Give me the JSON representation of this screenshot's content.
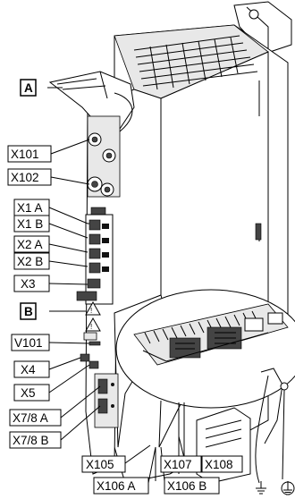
{
  "labels": {
    "A": "A",
    "B": "B",
    "X101": "X101",
    "X102": "X102",
    "X1A": "X1 A",
    "X1B": "X1 B",
    "X2A": "X2 A",
    "X2B": "X2 B",
    "X3": "X3",
    "V101": "V101",
    "X4": "X4",
    "X5": "X5",
    "X78A": "X7/8 A",
    "X78B": "X7/8 B",
    "X105": "X105",
    "X106A": "X106 A",
    "X106B": "X106 B",
    "X107": "X107",
    "X108": "X108"
  }
}
